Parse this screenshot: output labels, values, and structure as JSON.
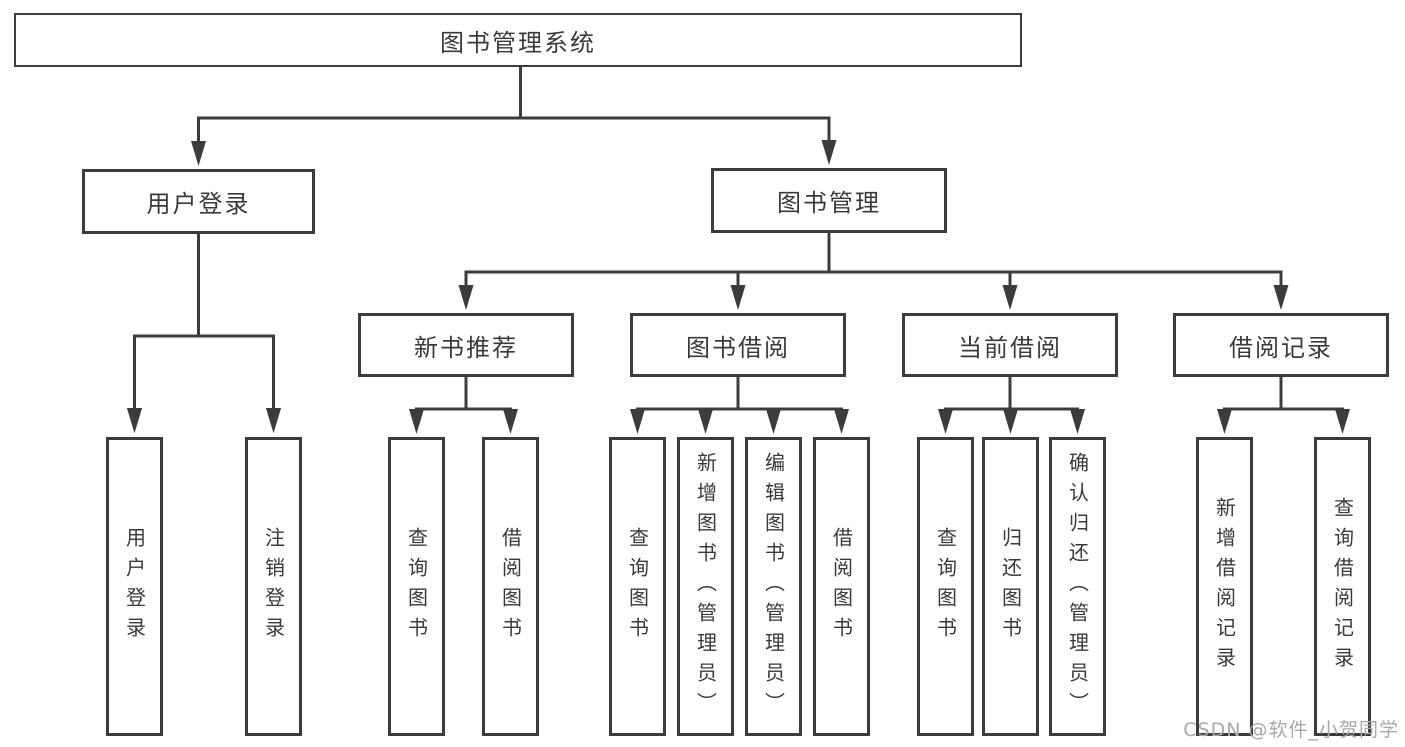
{
  "diagram": {
    "title": "图书管理系统",
    "branches": [
      {
        "label": "用户登录",
        "leaves": [
          "用户登录",
          "注销登录"
        ]
      },
      {
        "label": "图书管理",
        "groups": [
          {
            "label": "新书推荐",
            "leaves": [
              "查询图书",
              "借阅图书"
            ]
          },
          {
            "label": "图书借阅",
            "leaves": [
              "查询图书",
              "新增图书（管理员）",
              "编辑图书（管理员）",
              "借阅图书"
            ]
          },
          {
            "label": "当前借阅",
            "leaves": [
              "查询图书",
              "归还图书",
              "确认归还（管理员）"
            ]
          },
          {
            "label": "借阅记录",
            "leaves": [
              "新增借阅记录",
              "查询借阅记录"
            ]
          }
        ]
      }
    ]
  },
  "watermark": {
    "text": "CSDN @软件_小贺同学",
    "color": "#a8a8a8"
  },
  "colors": {
    "line": "#3c3c3c",
    "box_border": "#3c3c3c",
    "box_background": "#ffffff",
    "text": "#3a3a3a",
    "page_background": "#ffffff"
  }
}
